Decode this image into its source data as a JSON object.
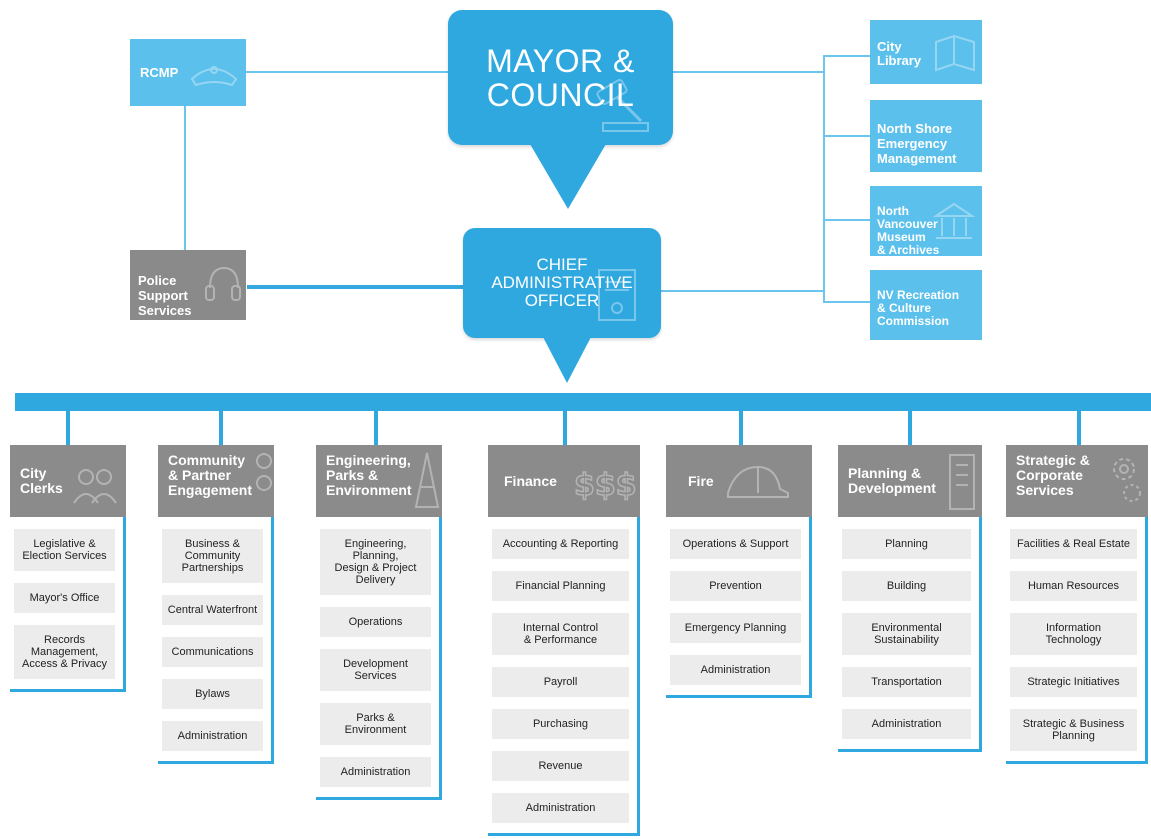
{
  "top": {
    "mayor_council": "MAYOR &\nCOUNCIL",
    "cao": "CHIEF\nADMINISTRATIVE\nOFFICER"
  },
  "left": {
    "rcmp": "RCMP",
    "police_support": "Police\nSupport\nServices"
  },
  "right": {
    "items": [
      "City\nLibrary",
      "North Shore\nEmergency\nManagement",
      "North\nVancouver\nMuseum\n& Archives",
      "NV Recreation\n& Culture\nCommission"
    ]
  },
  "departments": [
    {
      "name": "City\nClerks",
      "items": [
        "Legislative &\nElection Services",
        "Mayor's Office",
        "Records\nManagement,\nAccess & Privacy"
      ]
    },
    {
      "name": "Community\n& Partner\nEngagement",
      "items": [
        "Business &\nCommunity\nPartnerships",
        "Central Waterfront",
        "Communications",
        "Bylaws",
        "Administration"
      ]
    },
    {
      "name": "Engineering,\nParks &\nEnvironment",
      "items": [
        "Engineering, Planning,\nDesign & Project\nDelivery",
        "Operations",
        "Development\nServices",
        "Parks & Environment",
        "Administration"
      ]
    },
    {
      "name": "Finance",
      "items": [
        "Accounting & Reporting",
        "Financial Planning",
        "Internal Control\n& Performance",
        "Payroll",
        "Purchasing",
        "Revenue",
        "Administration"
      ]
    },
    {
      "name": "Fire",
      "items": [
        "Operations & Support",
        "Prevention",
        "Emergency Planning",
        "Administration"
      ]
    },
    {
      "name": "Planning &\nDevelopment",
      "items": [
        "Planning",
        "Building",
        "Environmental\nSustainability",
        "Transportation",
        "Administration"
      ]
    },
    {
      "name": "Strategic &\nCorporate\nServices",
      "items": [
        "Facilities & Real Estate",
        "Human Resources",
        "Information\nTechnology",
        "Strategic Initiatives",
        "Strategic & Business\nPlanning"
      ]
    }
  ],
  "colors": {
    "primary_blue": "#2fa8e0",
    "light_blue": "#5cc0ec",
    "dept_gray": "#8b8b8b",
    "item_gray": "#ececec"
  }
}
